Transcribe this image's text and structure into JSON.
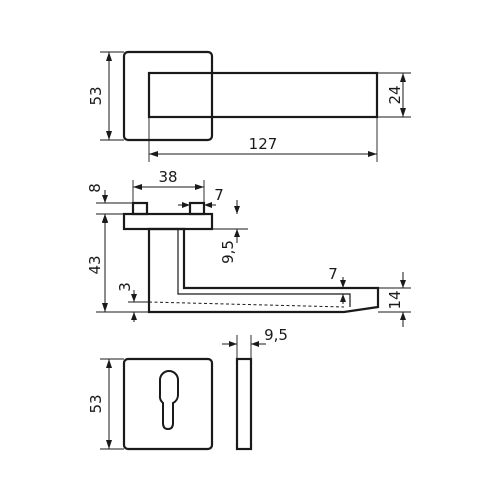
{
  "dimensions": {
    "top_rose_height": "53",
    "lever_height": "24",
    "lever_length": "127",
    "side_rose_width": "38",
    "side_pin_width": "7",
    "side_rose_thickness": "8",
    "side_height": "43",
    "side_neck_offset": "9,5",
    "side_lever_thickness": "7",
    "side_lever_end": "14",
    "side_gap": "3",
    "bottom_rose_thickness": "9,5",
    "bottom_rose_height": "53"
  }
}
